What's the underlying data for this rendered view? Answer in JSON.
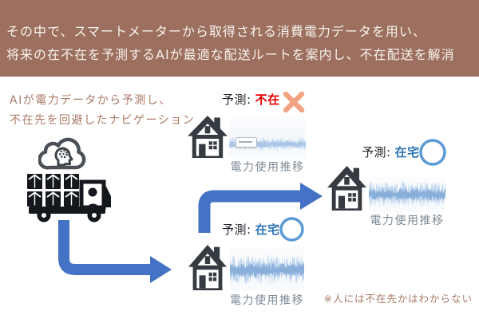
{
  "header": {
    "line1": "その中で、スマートメーターから取得される消費電力データを用い、",
    "line2": "将来の在不在を予測するAIが最適な配送ルートを案内し、不在配送を解消"
  },
  "annotation": {
    "line1": "AIが電力データから予測し、",
    "line2": "不在先を回避したナビゲーション"
  },
  "groups": {
    "absent": {
      "label": "予測:",
      "status": "不在",
      "mark": "cross",
      "caption": "電力使用推移"
    },
    "home_near": {
      "label": "予測:",
      "status": "在宅",
      "mark": "circle",
      "caption": "電力使用推移"
    },
    "home_far": {
      "label": "予測:",
      "status": "在宅",
      "mark": "circle",
      "caption": "電力使用推移"
    }
  },
  "footnote": "※人には不在先かはわからない",
  "colors": {
    "header_bg": "#9c6f5e",
    "header_text": "#f8f3ed",
    "annotation_text": "#aa7a67",
    "absent_red": "#e60000",
    "home_blue": "#2e75b6",
    "cross_mark": "#f2a482",
    "circle_mark": "#5b9bd5",
    "arrow_blue": "#4472c4",
    "house_icon": "#363b42",
    "truck_icon": "#14171b",
    "caption_gray": "#7d8a96",
    "waveform_blue": "#6e9bd0"
  },
  "icons": {
    "ai_cloud": "cloud-with-ai-head-and-gear",
    "delivery_truck": "delivery-truck-with-packages",
    "house": "house",
    "cross": "cross-mark",
    "circle": "circle-mark",
    "arrows": "route-arrows"
  }
}
